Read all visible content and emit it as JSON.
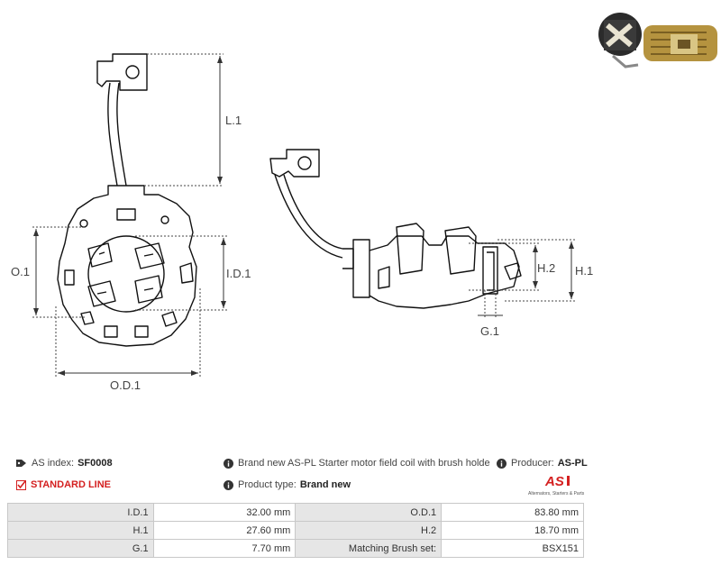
{
  "labels": {
    "l1": "L.1",
    "o1": "O.1",
    "id1": "I.D.1",
    "od1": "O.D.1",
    "h1": "H.1",
    "h2": "H.2",
    "g1": "G.1"
  },
  "info": {
    "as_index_label": "AS index:",
    "as_index_value": "SF0008",
    "line": "STANDARD LINE",
    "description": "Brand new AS-PL Starter motor field coil with brush holde",
    "producer_label": "Producer:",
    "producer_value": "AS-PL",
    "product_type_label": "Product type:",
    "product_type_value": "Brand new"
  },
  "logo": {
    "mark": "AS",
    "tagline": "Alternators, Starters & Parts",
    "color": "#d42020"
  },
  "specs": [
    {
      "k1": "I.D.1",
      "v1": "32.00 mm",
      "k2": "O.D.1",
      "v2": "83.80 mm"
    },
    {
      "k1": "H.1",
      "v1": "27.60 mm",
      "k2": "H.2",
      "v2": "18.70 mm"
    },
    {
      "k1": "G.1",
      "v1": "7.70 mm",
      "k2": "Matching Brush set:",
      "v2": "BSX151"
    }
  ]
}
